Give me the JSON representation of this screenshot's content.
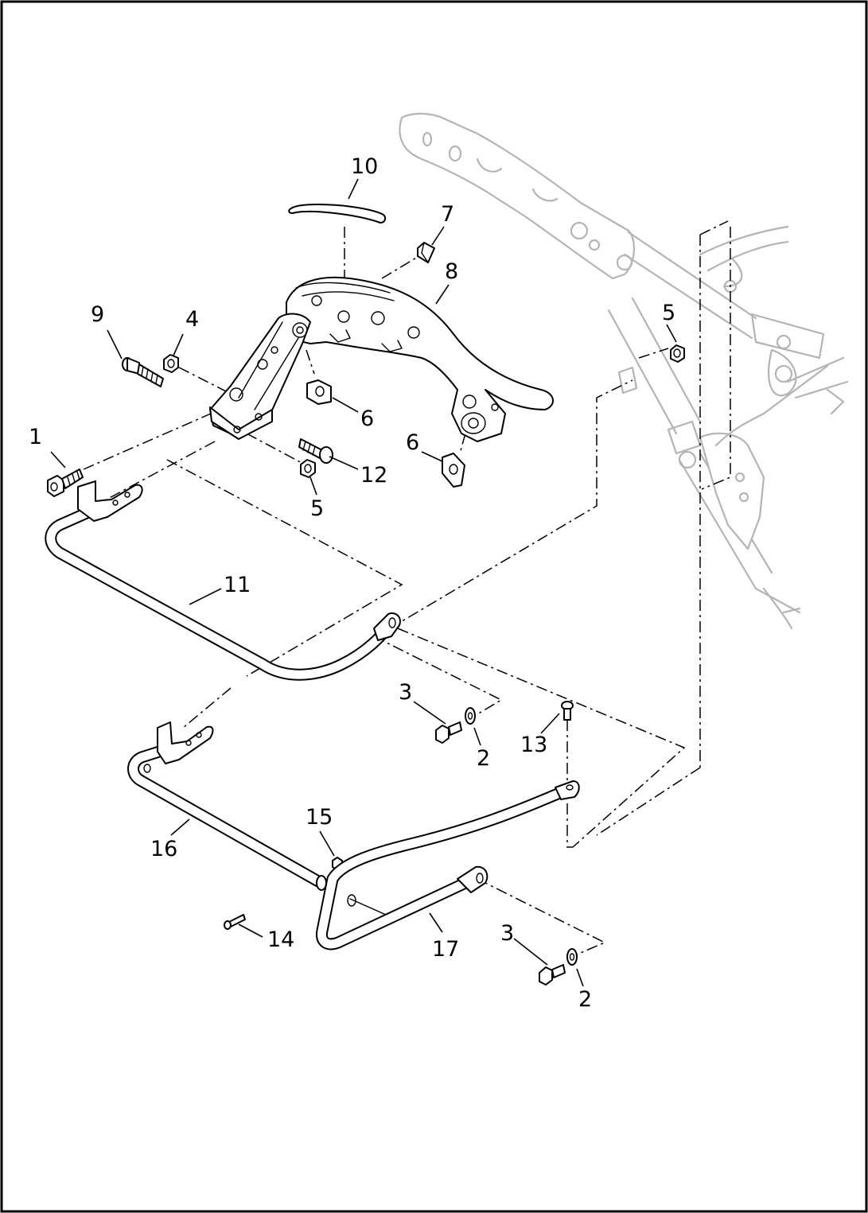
{
  "diagram": {
    "colors": {
      "ink": "#000000",
      "ghost_frame": "#b4b4b4",
      "background": "#ffffff"
    },
    "callouts": [
      {
        "id": "c1",
        "text": "1"
      },
      {
        "id": "c9",
        "text": "9"
      },
      {
        "id": "c4",
        "text": "4"
      },
      {
        "id": "c10",
        "text": "10"
      },
      {
        "id": "c7",
        "text": "7"
      },
      {
        "id": "c8",
        "text": "8"
      },
      {
        "id": "c5a",
        "text": "5"
      },
      {
        "id": "c6a",
        "text": "6"
      },
      {
        "id": "c6b",
        "text": "6"
      },
      {
        "id": "c12",
        "text": "12"
      },
      {
        "id": "c5b",
        "text": "5"
      },
      {
        "id": "c11",
        "text": "11"
      },
      {
        "id": "c3a",
        "text": "3"
      },
      {
        "id": "c2a",
        "text": "2"
      },
      {
        "id": "c13",
        "text": "13"
      },
      {
        "id": "c15",
        "text": "15"
      },
      {
        "id": "c16",
        "text": "16"
      },
      {
        "id": "c14",
        "text": "14"
      },
      {
        "id": "c17",
        "text": "17"
      },
      {
        "id": "c3b",
        "text": "3"
      },
      {
        "id": "c2b",
        "text": "2"
      }
    ]
  }
}
